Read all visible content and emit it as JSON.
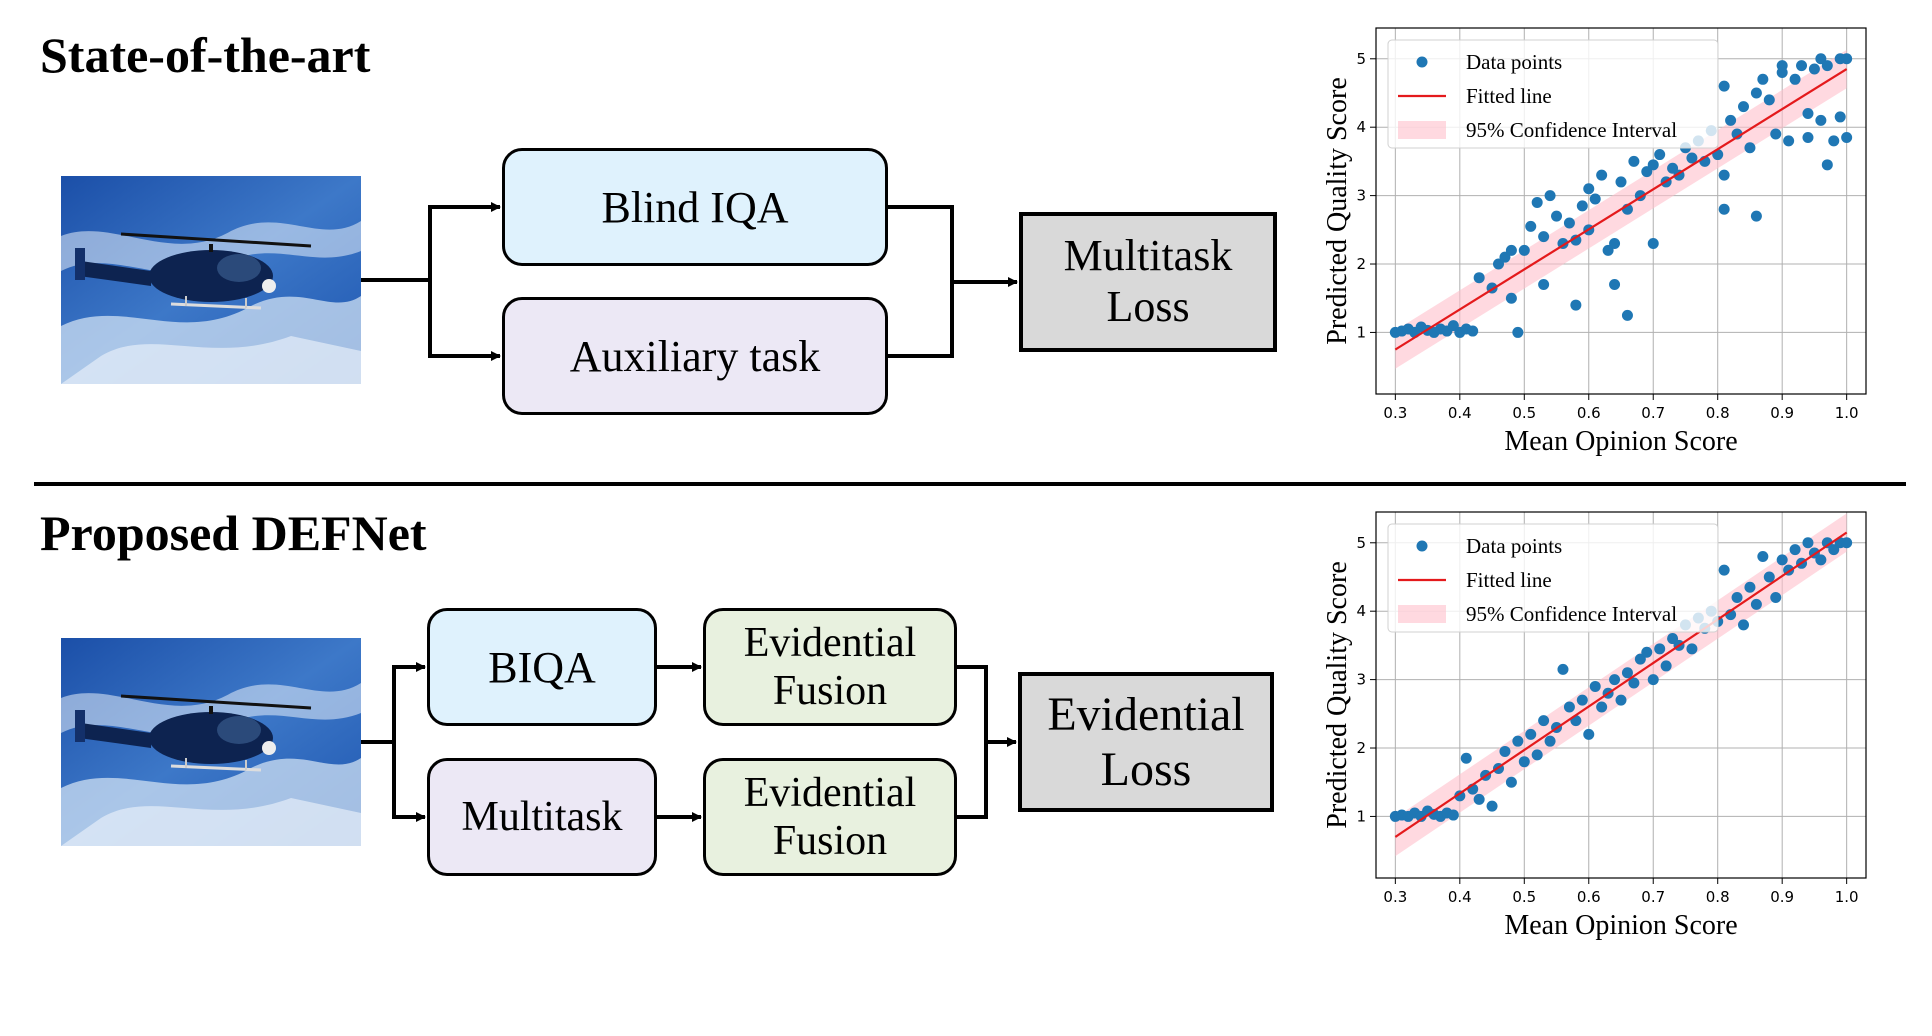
{
  "top": {
    "title": "State-of-the-art",
    "blocks": {
      "blind_iqa": "Blind IQA",
      "auxiliary": "Auxiliary task",
      "loss_line1": "Multitask",
      "loss_line2": "Loss"
    }
  },
  "bottom": {
    "title": "Proposed DEFNet",
    "blocks": {
      "biqa": "BIQA",
      "multitask": "Multitask",
      "fusion1_line1": "Evidential",
      "fusion1_line2": "Fusion",
      "fusion2_line1": "Evidential",
      "fusion2_line2": "Fusion",
      "loss_line1": "Evidential",
      "loss_line2": "Loss"
    }
  },
  "colors": {
    "blue_box": "#dff2fd",
    "purple_box": "#ece8f5",
    "green_box": "#e8f1df",
    "loss_box": "#d9d9d9",
    "points": "#1f77b4",
    "fit_line": "#e41a1c",
    "ci_band": "#ffc0cb"
  },
  "chart_data": [
    {
      "type": "scatter",
      "title": "",
      "xlabel": "Mean Opinion Score",
      "ylabel": "Predicted Quality Score",
      "xlim": [
        0.27,
        1.03
      ],
      "ylim": [
        0.1,
        5.45
      ],
      "xticks": [
        "0.3",
        "0.4",
        "0.5",
        "0.6",
        "0.7",
        "0.8",
        "0.9",
        "1.0"
      ],
      "yticks": [
        "1",
        "2",
        "3",
        "4",
        "5"
      ],
      "grid": true,
      "legend": {
        "position": "top-left",
        "entries": [
          "Data points",
          "Fitted line",
          "95% Confidence Interval"
        ]
      },
      "fit": {
        "x": [
          0.3,
          1.0
        ],
        "y": [
          0.75,
          4.85
        ]
      },
      "ci_halfwidth": 0.28,
      "points": [
        [
          0.3,
          1.0
        ],
        [
          0.31,
          1.02
        ],
        [
          0.32,
          1.05
        ],
        [
          0.33,
          1.0
        ],
        [
          0.34,
          1.08
        ],
        [
          0.35,
          1.03
        ],
        [
          0.36,
          1.0
        ],
        [
          0.37,
          1.05
        ],
        [
          0.38,
          1.02
        ],
        [
          0.39,
          1.1
        ],
        [
          0.4,
          1.0
        ],
        [
          0.41,
          1.05
        ],
        [
          0.42,
          1.02
        ],
        [
          0.43,
          1.8
        ],
        [
          0.45,
          1.65
        ],
        [
          0.46,
          2.0
        ],
        [
          0.47,
          2.1
        ],
        [
          0.48,
          1.5
        ],
        [
          0.48,
          2.2
        ],
        [
          0.49,
          1.0
        ],
        [
          0.5,
          2.2
        ],
        [
          0.51,
          2.55
        ],
        [
          0.52,
          2.9
        ],
        [
          0.53,
          2.4
        ],
        [
          0.53,
          1.7
        ],
        [
          0.54,
          3.0
        ],
        [
          0.55,
          2.7
        ],
        [
          0.56,
          2.3
        ],
        [
          0.57,
          2.6
        ],
        [
          0.58,
          2.35
        ],
        [
          0.58,
          1.4
        ],
        [
          0.59,
          2.85
        ],
        [
          0.6,
          3.1
        ],
        [
          0.6,
          2.5
        ],
        [
          0.61,
          2.95
        ],
        [
          0.62,
          3.3
        ],
        [
          0.63,
          2.2
        ],
        [
          0.64,
          2.3
        ],
        [
          0.64,
          1.7
        ],
        [
          0.65,
          3.2
        ],
        [
          0.66,
          2.8
        ],
        [
          0.66,
          1.25
        ],
        [
          0.67,
          3.5
        ],
        [
          0.68,
          3.0
        ],
        [
          0.69,
          3.35
        ],
        [
          0.7,
          3.45
        ],
        [
          0.7,
          2.3
        ],
        [
          0.71,
          3.6
        ],
        [
          0.72,
          3.2
        ],
        [
          0.73,
          3.4
        ],
        [
          0.74,
          3.3
        ],
        [
          0.75,
          3.7
        ],
        [
          0.76,
          3.55
        ],
        [
          0.77,
          3.8
        ],
        [
          0.78,
          3.5
        ],
        [
          0.79,
          3.95
        ],
        [
          0.8,
          3.6
        ],
        [
          0.81,
          4.6
        ],
        [
          0.81,
          3.3
        ],
        [
          0.81,
          2.8
        ],
        [
          0.82,
          4.1
        ],
        [
          0.83,
          3.9
        ],
        [
          0.84,
          4.3
        ],
        [
          0.85,
          3.7
        ],
        [
          0.86,
          4.5
        ],
        [
          0.86,
          2.7
        ],
        [
          0.87,
          4.7
        ],
        [
          0.88,
          4.4
        ],
        [
          0.89,
          3.9
        ],
        [
          0.9,
          4.8
        ],
        [
          0.9,
          4.9
        ],
        [
          0.91,
          3.8
        ],
        [
          0.92,
          4.7
        ],
        [
          0.93,
          4.9
        ],
        [
          0.94,
          4.2
        ],
        [
          0.94,
          3.85
        ],
        [
          0.95,
          4.85
        ],
        [
          0.96,
          5.0
        ],
        [
          0.96,
          4.1
        ],
        [
          0.97,
          3.45
        ],
        [
          0.97,
          4.9
        ],
        [
          0.98,
          3.8
        ],
        [
          0.99,
          4.15
        ],
        [
          0.99,
          5.0
        ],
        [
          1.0,
          5.0
        ],
        [
          1.0,
          3.85
        ]
      ]
    },
    {
      "type": "scatter",
      "title": "",
      "xlabel": "Mean Opinion Score",
      "ylabel": "Predicted Quality Score",
      "xlim": [
        0.27,
        1.03
      ],
      "ylim": [
        0.1,
        5.45
      ],
      "xticks": [
        "0.3",
        "0.4",
        "0.5",
        "0.6",
        "0.7",
        "0.8",
        "0.9",
        "1.0"
      ],
      "yticks": [
        "1",
        "2",
        "3",
        "4",
        "5"
      ],
      "grid": true,
      "legend": {
        "position": "top-left",
        "entries": [
          "Data points",
          "Fitted line",
          "95% Confidence Interval"
        ]
      },
      "fit": {
        "x": [
          0.3,
          1.0
        ],
        "y": [
          0.7,
          5.15
        ]
      },
      "ci_halfwidth": 0.28,
      "points": [
        [
          0.3,
          1.0
        ],
        [
          0.31,
          1.02
        ],
        [
          0.32,
          1.0
        ],
        [
          0.33,
          1.05
        ],
        [
          0.34,
          1.0
        ],
        [
          0.35,
          1.08
        ],
        [
          0.36,
          1.03
        ],
        [
          0.37,
          1.0
        ],
        [
          0.38,
          1.05
        ],
        [
          0.39,
          1.02
        ],
        [
          0.4,
          1.3
        ],
        [
          0.41,
          1.85
        ],
        [
          0.42,
          1.4
        ],
        [
          0.43,
          1.25
        ],
        [
          0.44,
          1.6
        ],
        [
          0.45,
          1.15
        ],
        [
          0.46,
          1.7
        ],
        [
          0.47,
          1.95
        ],
        [
          0.48,
          1.5
        ],
        [
          0.49,
          2.1
        ],
        [
          0.5,
          1.8
        ],
        [
          0.51,
          2.2
        ],
        [
          0.52,
          1.9
        ],
        [
          0.53,
          2.4
        ],
        [
          0.54,
          2.1
        ],
        [
          0.55,
          2.3
        ],
        [
          0.56,
          3.15
        ],
        [
          0.57,
          2.6
        ],
        [
          0.58,
          2.4
        ],
        [
          0.59,
          2.7
        ],
        [
          0.6,
          2.2
        ],
        [
          0.61,
          2.9
        ],
        [
          0.62,
          2.6
        ],
        [
          0.63,
          2.8
        ],
        [
          0.64,
          3.0
        ],
        [
          0.65,
          2.7
        ],
        [
          0.66,
          3.1
        ],
        [
          0.67,
          2.95
        ],
        [
          0.68,
          3.3
        ],
        [
          0.69,
          3.4
        ],
        [
          0.7,
          3.0
        ],
        [
          0.71,
          3.45
        ],
        [
          0.72,
          3.2
        ],
        [
          0.73,
          3.6
        ],
        [
          0.74,
          3.5
        ],
        [
          0.75,
          3.8
        ],
        [
          0.76,
          3.45
        ],
        [
          0.77,
          3.9
        ],
        [
          0.78,
          3.75
        ],
        [
          0.79,
          4.0
        ],
        [
          0.8,
          3.85
        ],
        [
          0.81,
          4.6
        ],
        [
          0.82,
          3.95
        ],
        [
          0.83,
          4.2
        ],
        [
          0.84,
          3.8
        ],
        [
          0.85,
          4.35
        ],
        [
          0.86,
          4.1
        ],
        [
          0.87,
          4.8
        ],
        [
          0.88,
          4.5
        ],
        [
          0.89,
          4.2
        ],
        [
          0.9,
          4.75
        ],
        [
          0.91,
          4.6
        ],
        [
          0.92,
          4.9
        ],
        [
          0.93,
          4.7
        ],
        [
          0.94,
          5.0
        ],
        [
          0.95,
          4.85
        ],
        [
          0.96,
          4.75
        ],
        [
          0.97,
          5.0
        ],
        [
          0.98,
          4.9
        ],
        [
          0.99,
          5.0
        ],
        [
          1.0,
          5.0
        ]
      ]
    }
  ]
}
